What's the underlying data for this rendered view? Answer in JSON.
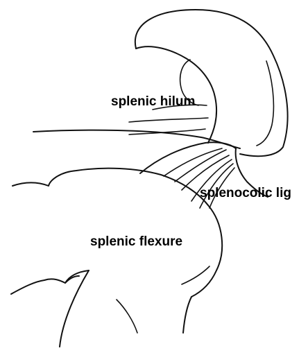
{
  "labels": {
    "splenic_hilum": "splenic hilum",
    "splenocolic_lig": "splenocolic lig",
    "splenic_flexure": "splenic flexure"
  },
  "colors": {
    "ink": "#111111",
    "background": "#ffffff"
  }
}
